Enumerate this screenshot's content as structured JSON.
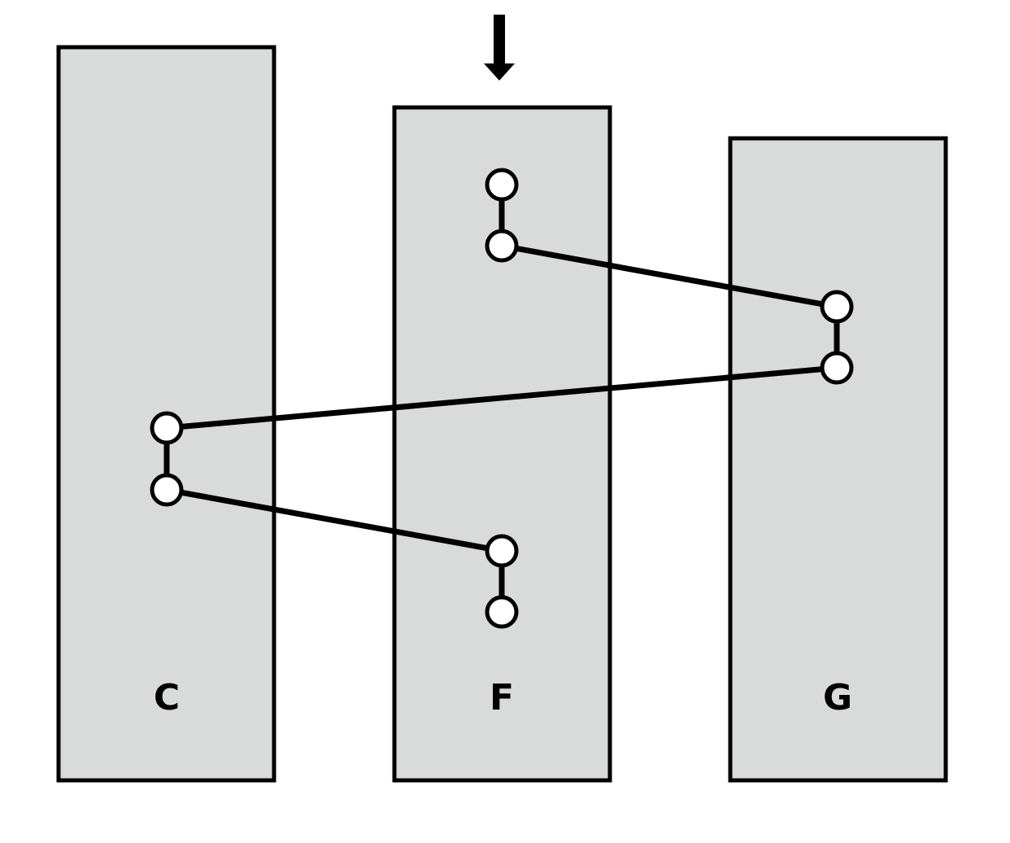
{
  "diagram": {
    "columns": [
      {
        "id": "c",
        "label": "C"
      },
      {
        "id": "f",
        "label": "F"
      },
      {
        "id": "g",
        "label": "G"
      }
    ],
    "entry_marker_column": "F",
    "nodes": [
      {
        "id": "f1",
        "column": "F"
      },
      {
        "id": "f2",
        "column": "F"
      },
      {
        "id": "g1",
        "column": "G"
      },
      {
        "id": "g2",
        "column": "G"
      },
      {
        "id": "c1",
        "column": "C"
      },
      {
        "id": "c2",
        "column": "C"
      },
      {
        "id": "f3",
        "column": "F"
      },
      {
        "id": "f4",
        "column": "F"
      }
    ],
    "edges": [
      {
        "from": "f1",
        "to": "f2"
      },
      {
        "from": "f2",
        "to": "g1"
      },
      {
        "from": "g1",
        "to": "g2"
      },
      {
        "from": "g2",
        "to": "c1"
      },
      {
        "from": "c1",
        "to": "c2"
      },
      {
        "from": "c2",
        "to": "f3"
      },
      {
        "from": "f3",
        "to": "f4"
      }
    ],
    "colors": {
      "column_fill": "#d9dbda",
      "stroke": "#000000",
      "node_fill": "#ffffff"
    }
  }
}
